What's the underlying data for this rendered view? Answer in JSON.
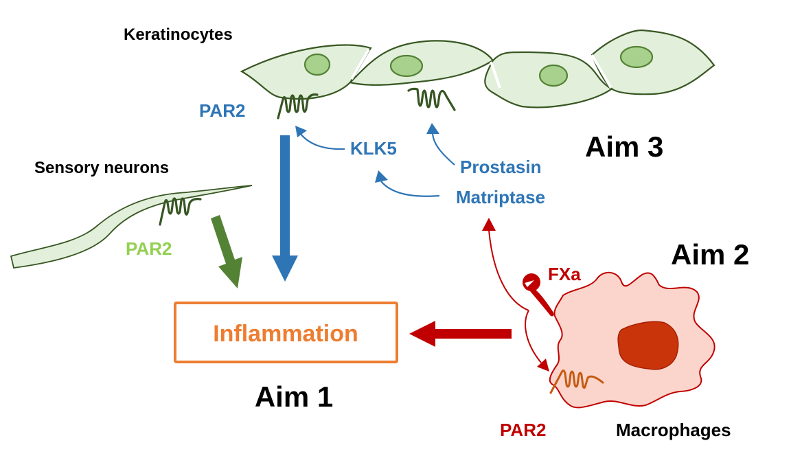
{
  "diagram": {
    "cells": {
      "keratinocytes": {
        "label": "Keratinocytes",
        "count": 4
      },
      "sensory_neurons": {
        "label": "Sensory neurons"
      },
      "macrophages": {
        "label": "Macrophages"
      }
    },
    "receptors": {
      "keratinocyte_par2": {
        "label": "PAR2",
        "color": "#2e75b6"
      },
      "neuron_par2": {
        "label": "PAR2",
        "color": "#92d050"
      },
      "macrophage_par2": {
        "label": "PAR2",
        "color": "#c00000"
      }
    },
    "proteases": {
      "klk5": {
        "label": "KLK5",
        "color": "#2e75b6"
      },
      "prostasin": {
        "label": "Prostasin",
        "color": "#2e75b6"
      },
      "matriptase": {
        "label": "Matriptase",
        "color": "#2e75b6"
      },
      "fxa": {
        "label": "FXa",
        "color": "#c00000"
      }
    },
    "outcome": {
      "label": "Inflammation",
      "color": "#ed7d31"
    },
    "aims": [
      {
        "label": "Aim 1"
      },
      {
        "label": "Aim 2"
      },
      {
        "label": "Aim 3"
      }
    ],
    "edges": [
      {
        "from": "Keratinocyte PAR2",
        "to": "Inflammation",
        "color": "#2e75b6"
      },
      {
        "from": "Neuron PAR2",
        "to": "Inflammation",
        "color": "#548235"
      },
      {
        "from": "Macrophages",
        "to": "Inflammation",
        "color": "#c00000"
      },
      {
        "from": "KLK5",
        "to": "Keratinocyte PAR2",
        "color": "#2e75b6"
      },
      {
        "from": "Prostasin/Matriptase",
        "to": "Keratinocyte PAR2",
        "color": "#2e75b6"
      },
      {
        "from": "Prostasin/Matriptase",
        "to": "KLK5",
        "color": "#2e75b6"
      },
      {
        "from": "FXa",
        "to": "Prostasin/Matriptase",
        "color": "#c00000"
      },
      {
        "from": "FXa",
        "to": "Macrophage PAR2",
        "color": "#c00000"
      }
    ],
    "colors": {
      "keratinocyte_fill": "#e2efda",
      "keratinocyte_stroke": "#385723",
      "nucleus_fill": "#a9d18e",
      "macrophage_fill": "#fbd5cc",
      "macrophage_stroke": "#c00000",
      "macrophage_nucleus": "#c9340a"
    }
  }
}
